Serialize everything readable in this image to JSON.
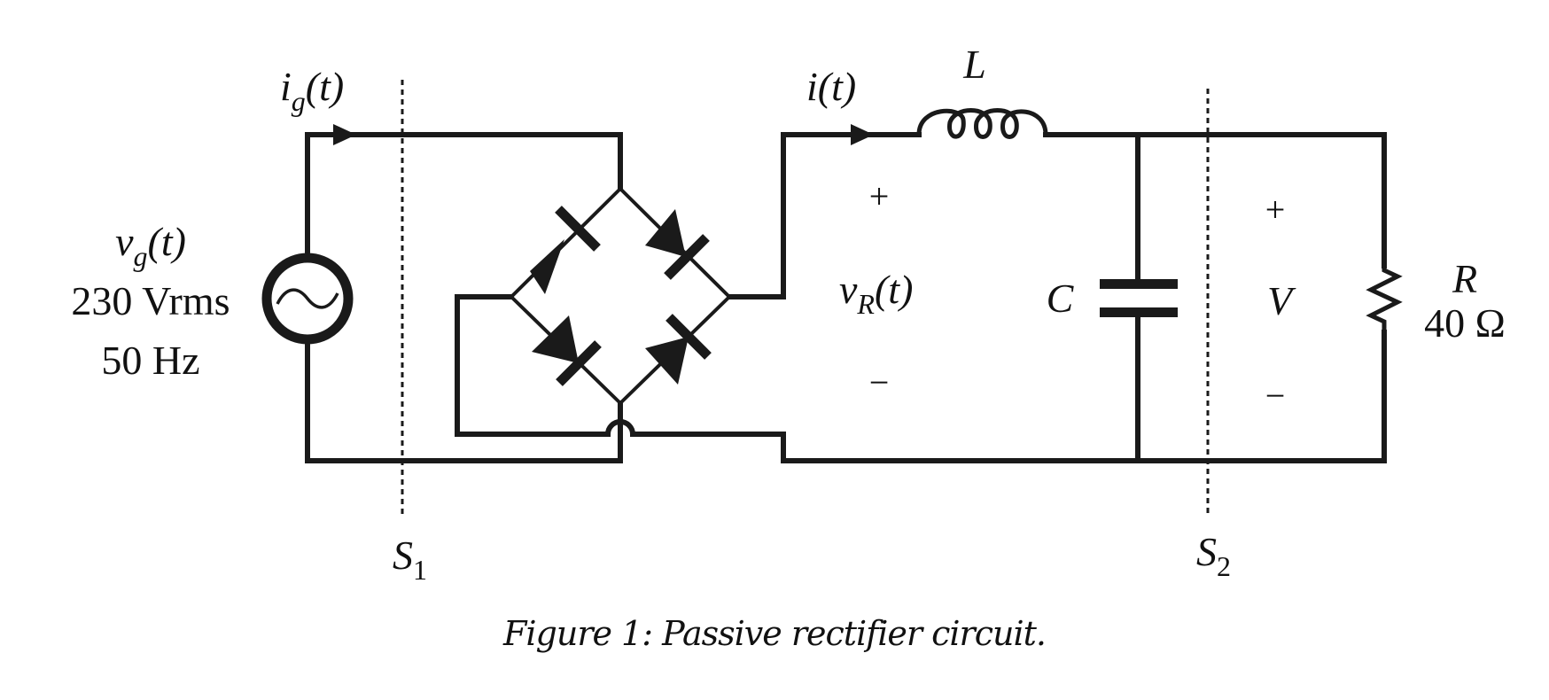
{
  "figure": {
    "caption": "Figure 1: Passive rectifier circuit."
  },
  "source": {
    "voltage_symbol": "v",
    "voltage_subscript": "g",
    "voltage_arg": "(t)",
    "rms_label": "230 Vrms",
    "frequency_label": "50 Hz",
    "current_symbol": "i",
    "current_subscript": "g",
    "current_arg": "(t)",
    "icon": "ac-source-icon"
  },
  "bridge": {
    "description": "Full-wave diode bridge rectifier",
    "diode_count": 4
  },
  "dc_side": {
    "current_label": "i(t)",
    "inductor_label": "L",
    "capacitor_label": "C",
    "rectified_voltage_symbol": "v",
    "rectified_voltage_subscript": "R",
    "rectified_voltage_arg": "(t)",
    "plus_sign": "+",
    "minus_sign": "−"
  },
  "load": {
    "voltage_label": "V",
    "plus_sign": "+",
    "minus_sign": "−",
    "resistor_label": "R",
    "resistance_value": "40 Ω"
  },
  "sections": [
    {
      "symbol": "S",
      "subscript": "1"
    },
    {
      "symbol": "S",
      "subscript": "2"
    }
  ]
}
